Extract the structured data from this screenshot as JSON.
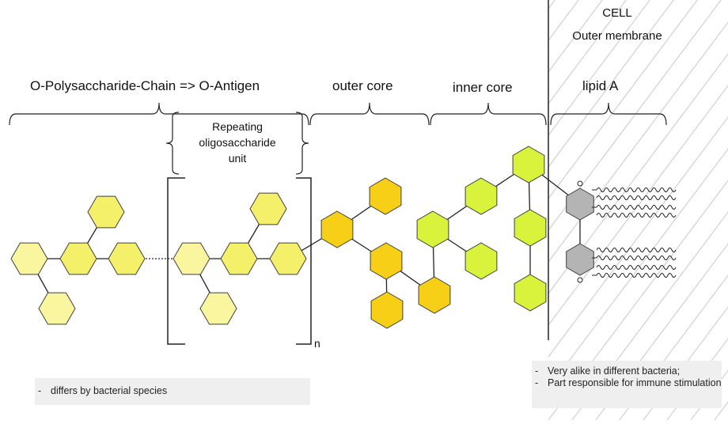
{
  "header": {
    "cell": "CELL",
    "outer_membrane": "Outer membrane"
  },
  "regions": {
    "o_chain": "O-Polysaccharide-Chain => O-Antigen",
    "outer_core": "outer core",
    "inner_core": "inner core",
    "lipid_a": "lipid A"
  },
  "repeating_unit": {
    "line1": "Repeating",
    "line2": "oligosaccharide",
    "line3": "unit",
    "subscript": "n"
  },
  "notes": {
    "left": [
      "differs by bacterial species"
    ],
    "right": [
      "Very alike in different bacteria;",
      "Part responsible for immune stimulation"
    ]
  },
  "colors": {
    "o_chain_sugar": "#f5f06a",
    "o_chain_sugar_light": "#faf6a0",
    "outer_core_sugar": "#f7cf16",
    "inner_core_sugar": "#d9f23c",
    "lipid_sugar": "#b4b4b4",
    "outline": "#404040",
    "hatch": "#c8c8c8"
  }
}
